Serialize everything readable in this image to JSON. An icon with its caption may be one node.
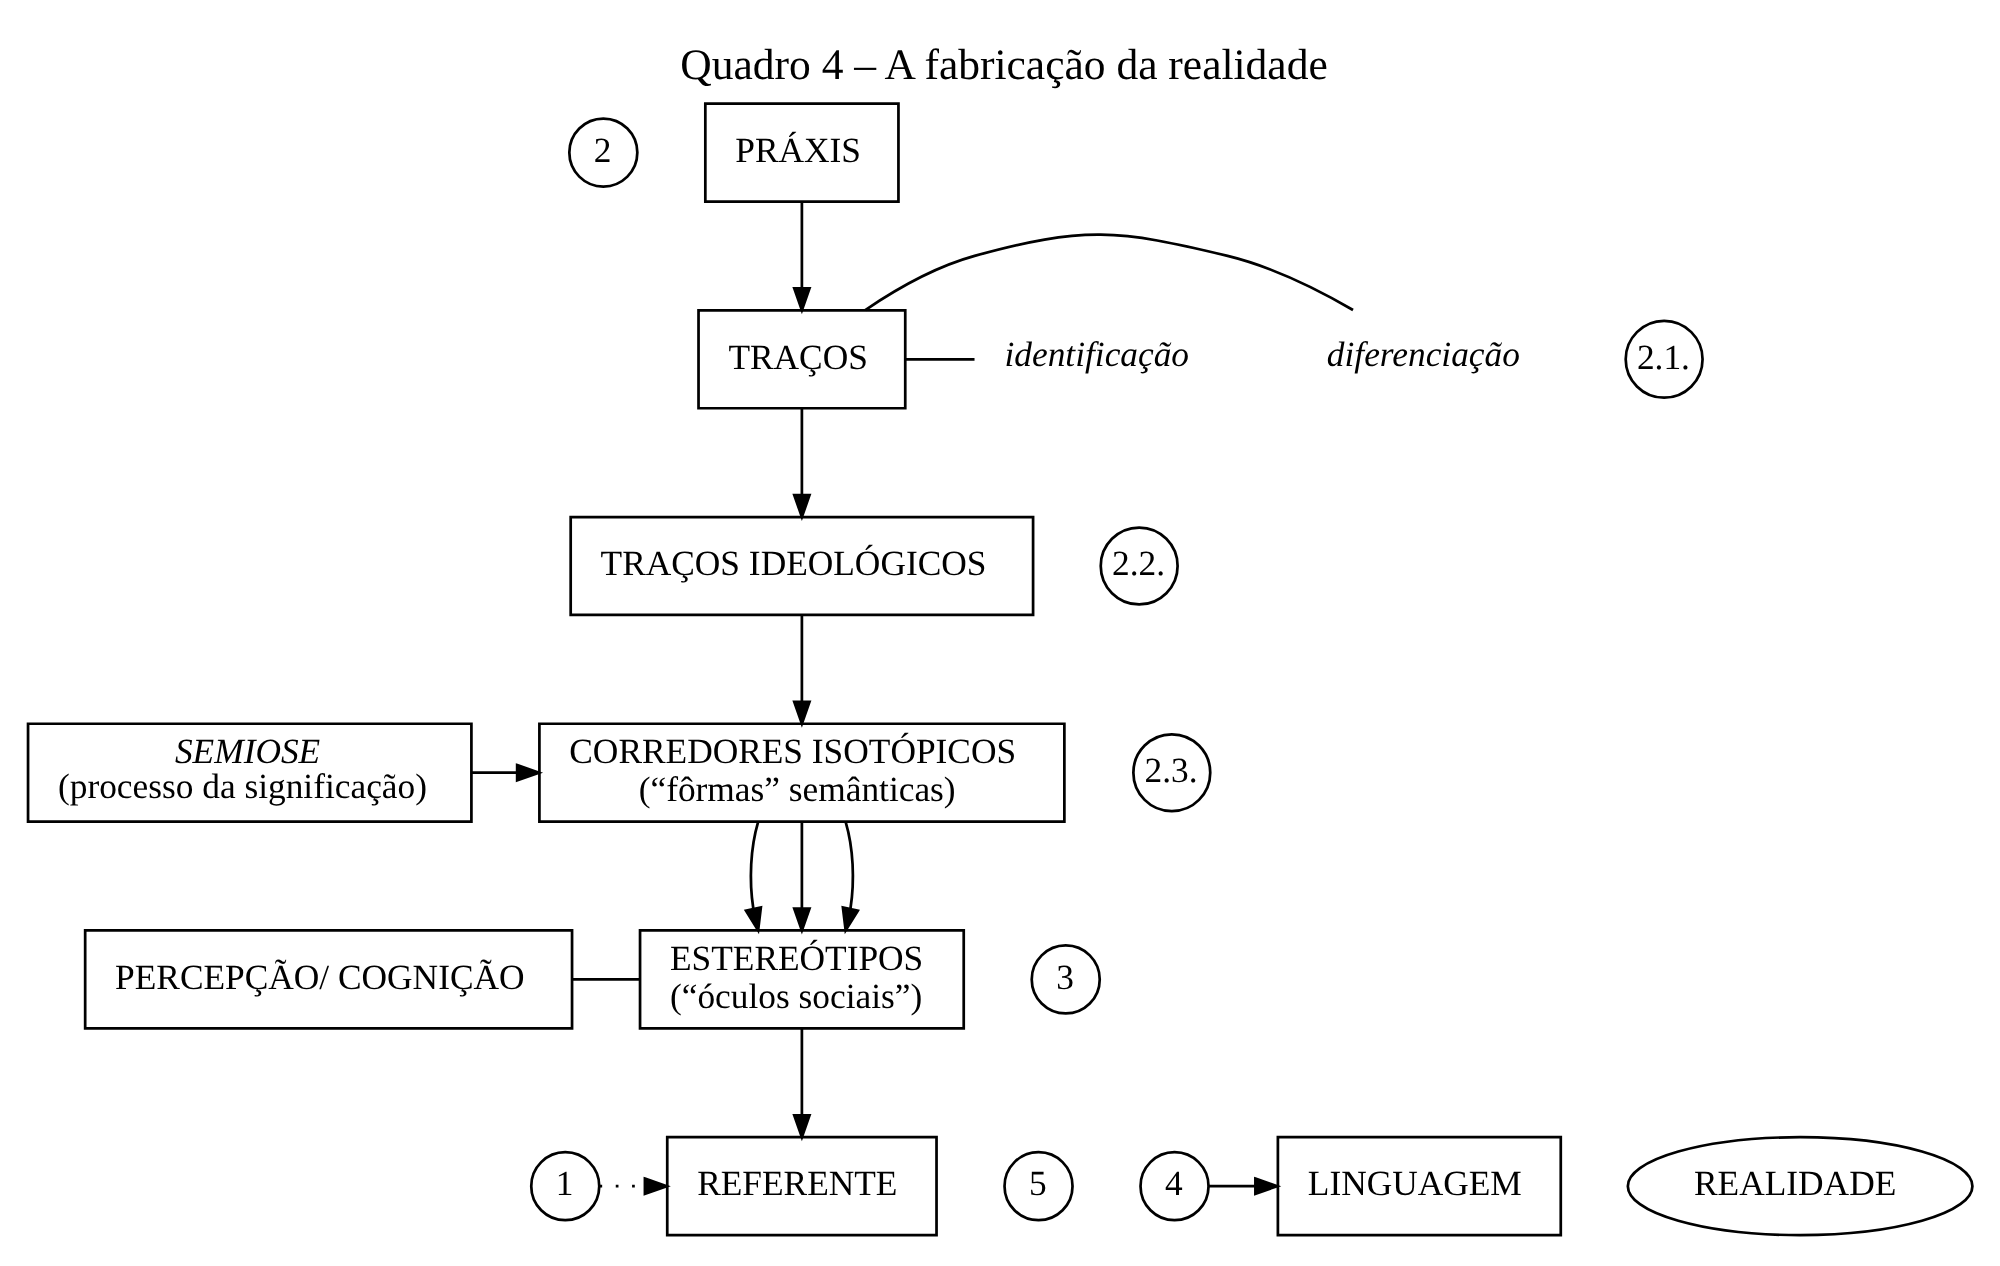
{
  "diagram": {
    "title": "Quadro 4 – A fabricação da realidade",
    "nodes": [
      {
        "text": [
          "2"
        ]
      },
      {
        "text": [
          "PRÁXIS"
        ]
      },
      {
        "text": [
          "2.1."
        ]
      },
      {
        "text": [
          "TRAÇOS"
        ]
      },
      {
        "text": [
          "diferenciação"
        ]
      },
      {
        "text": [
          "identificação"
        ]
      },
      {
        "text": [
          "2.2."
        ]
      },
      {
        "text": [
          "TRAÇOS IDEOLÓGICOS"
        ]
      },
      {
        "text": [
          "SEMIOSE",
          "(processo da significação)"
        ]
      },
      {
        "text": [
          "2.3."
        ]
      },
      {
        "text": [
          "CORREDORES ISOTÓPICOS",
          "(“fôrmas” semânticas)"
        ]
      },
      {
        "text": [
          "3"
        ]
      },
      {
        "text": [
          "PERCEPÇÃO/ COGNIÇÃO"
        ]
      },
      {
        "text": [
          "ESTEREÓTIPOS",
          "(“óculos sociais”)"
        ]
      },
      {
        "text": [
          "5"
        ]
      },
      {
        "text": [
          "LINGUAGEM"
        ]
      },
      {
        "text": [
          "4"
        ]
      },
      {
        "text": [
          "REFERENTE"
        ]
      },
      {
        "text": [
          "1"
        ]
      },
      {
        "text": [
          "REALIDADE"
        ]
      }
    ],
    "edges": [
      {
        "from": 1,
        "to": 3,
        "arrow": "to"
      },
      {
        "from": 3,
        "to": 4,
        "arrow": "none"
      },
      {
        "from": 3,
        "to": 5,
        "arrow": "none"
      },
      {
        "from": 3,
        "to": 7,
        "arrow": "to"
      },
      {
        "from": 7,
        "to": 10,
        "arrow": "to"
      },
      {
        "from": 8,
        "to": 10,
        "arrow": "to"
      },
      {
        "from": 10,
        "to": 13,
        "arrow": "to"
      },
      {
        "from": 10,
        "to": 13,
        "arrow": "to"
      },
      {
        "from": 10,
        "to": 13,
        "arrow": "to"
      },
      {
        "from": 12,
        "to": 13,
        "arrow": "none"
      },
      {
        "from": 13,
        "to": 17,
        "arrow": "to"
      },
      {
        "from": 18,
        "to": 17,
        "arrow": "to",
        "style": "dashed"
      },
      {
        "from": 16,
        "to": 15,
        "arrow": "to"
      }
    ]
  }
}
